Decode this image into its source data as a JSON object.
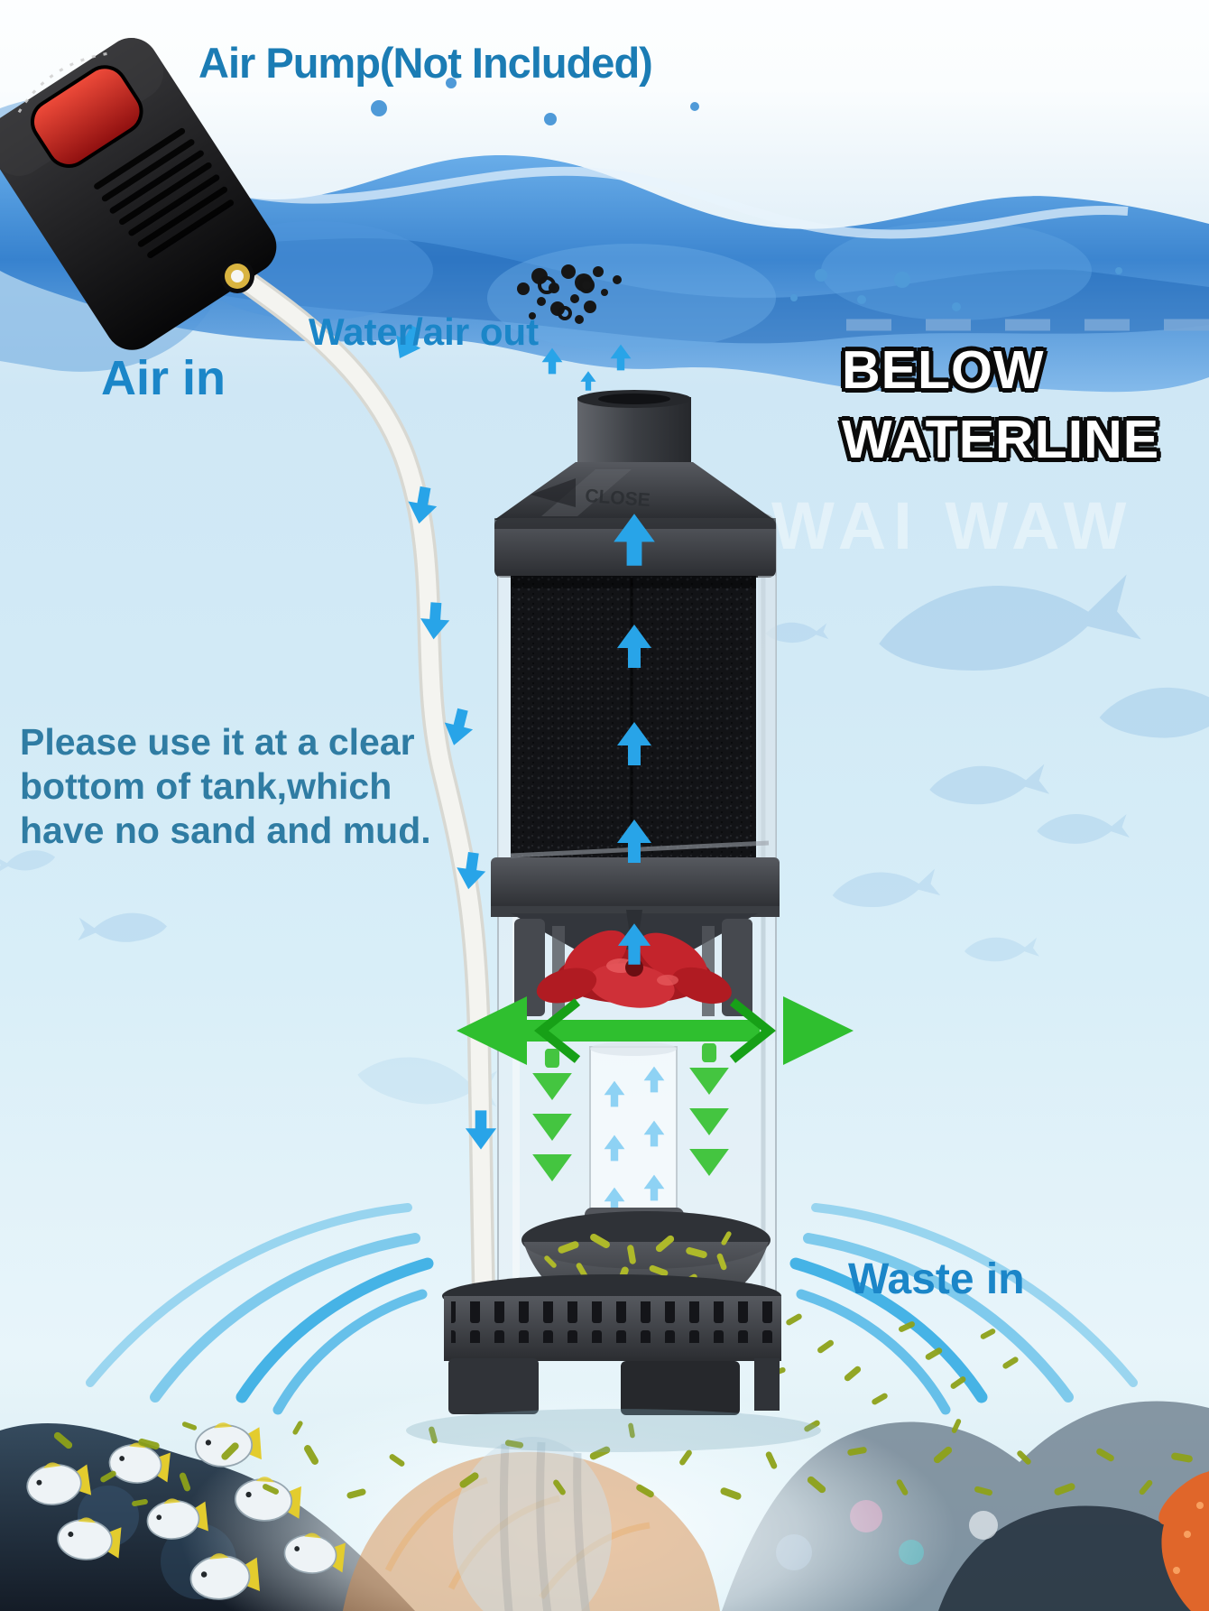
{
  "annotations": {
    "air_pump_label": "Air Pump(Not Included)",
    "water_air_out_label": "Water/air out",
    "air_in_label": "Air in",
    "below_waterline_line1": "BELOW",
    "below_waterline_line2": "WATERLINE",
    "usage_note_line1": "Please use it at a clear",
    "usage_note_line2": "bottom of tank,which",
    "usage_note_line3": "have no sand and mud.",
    "waste_in_label": "Waste in",
    "watermark_text": "WAI WAW"
  },
  "device": {
    "close_marking": "CLOSE"
  },
  "colors": {
    "label_blue": "#1b86c8",
    "note_teal": "#2f7ca3",
    "outline_text_fill": "#ffffff",
    "outline_text_stroke": "#0a0a0a",
    "waterline_dash": "#78a7d8",
    "flow_arrow_blue": "#28a4e8",
    "flow_arrow_light_blue": "#8ed2f4",
    "flow_arrow_green": "#3cc337",
    "suction_arc_blue": "#29a7e2",
    "waste_particle_green": "#8ea21a",
    "impeller_red": "#c4242c",
    "pump_body_black": "#111113",
    "pump_switch_red": "#d03028",
    "pump_nozzle_yellow": "#d9b440",
    "air_tube_white": "#f4f4f0",
    "splash_blue": "#2e7ccc",
    "underwater_blue": "#cfe8f6"
  }
}
